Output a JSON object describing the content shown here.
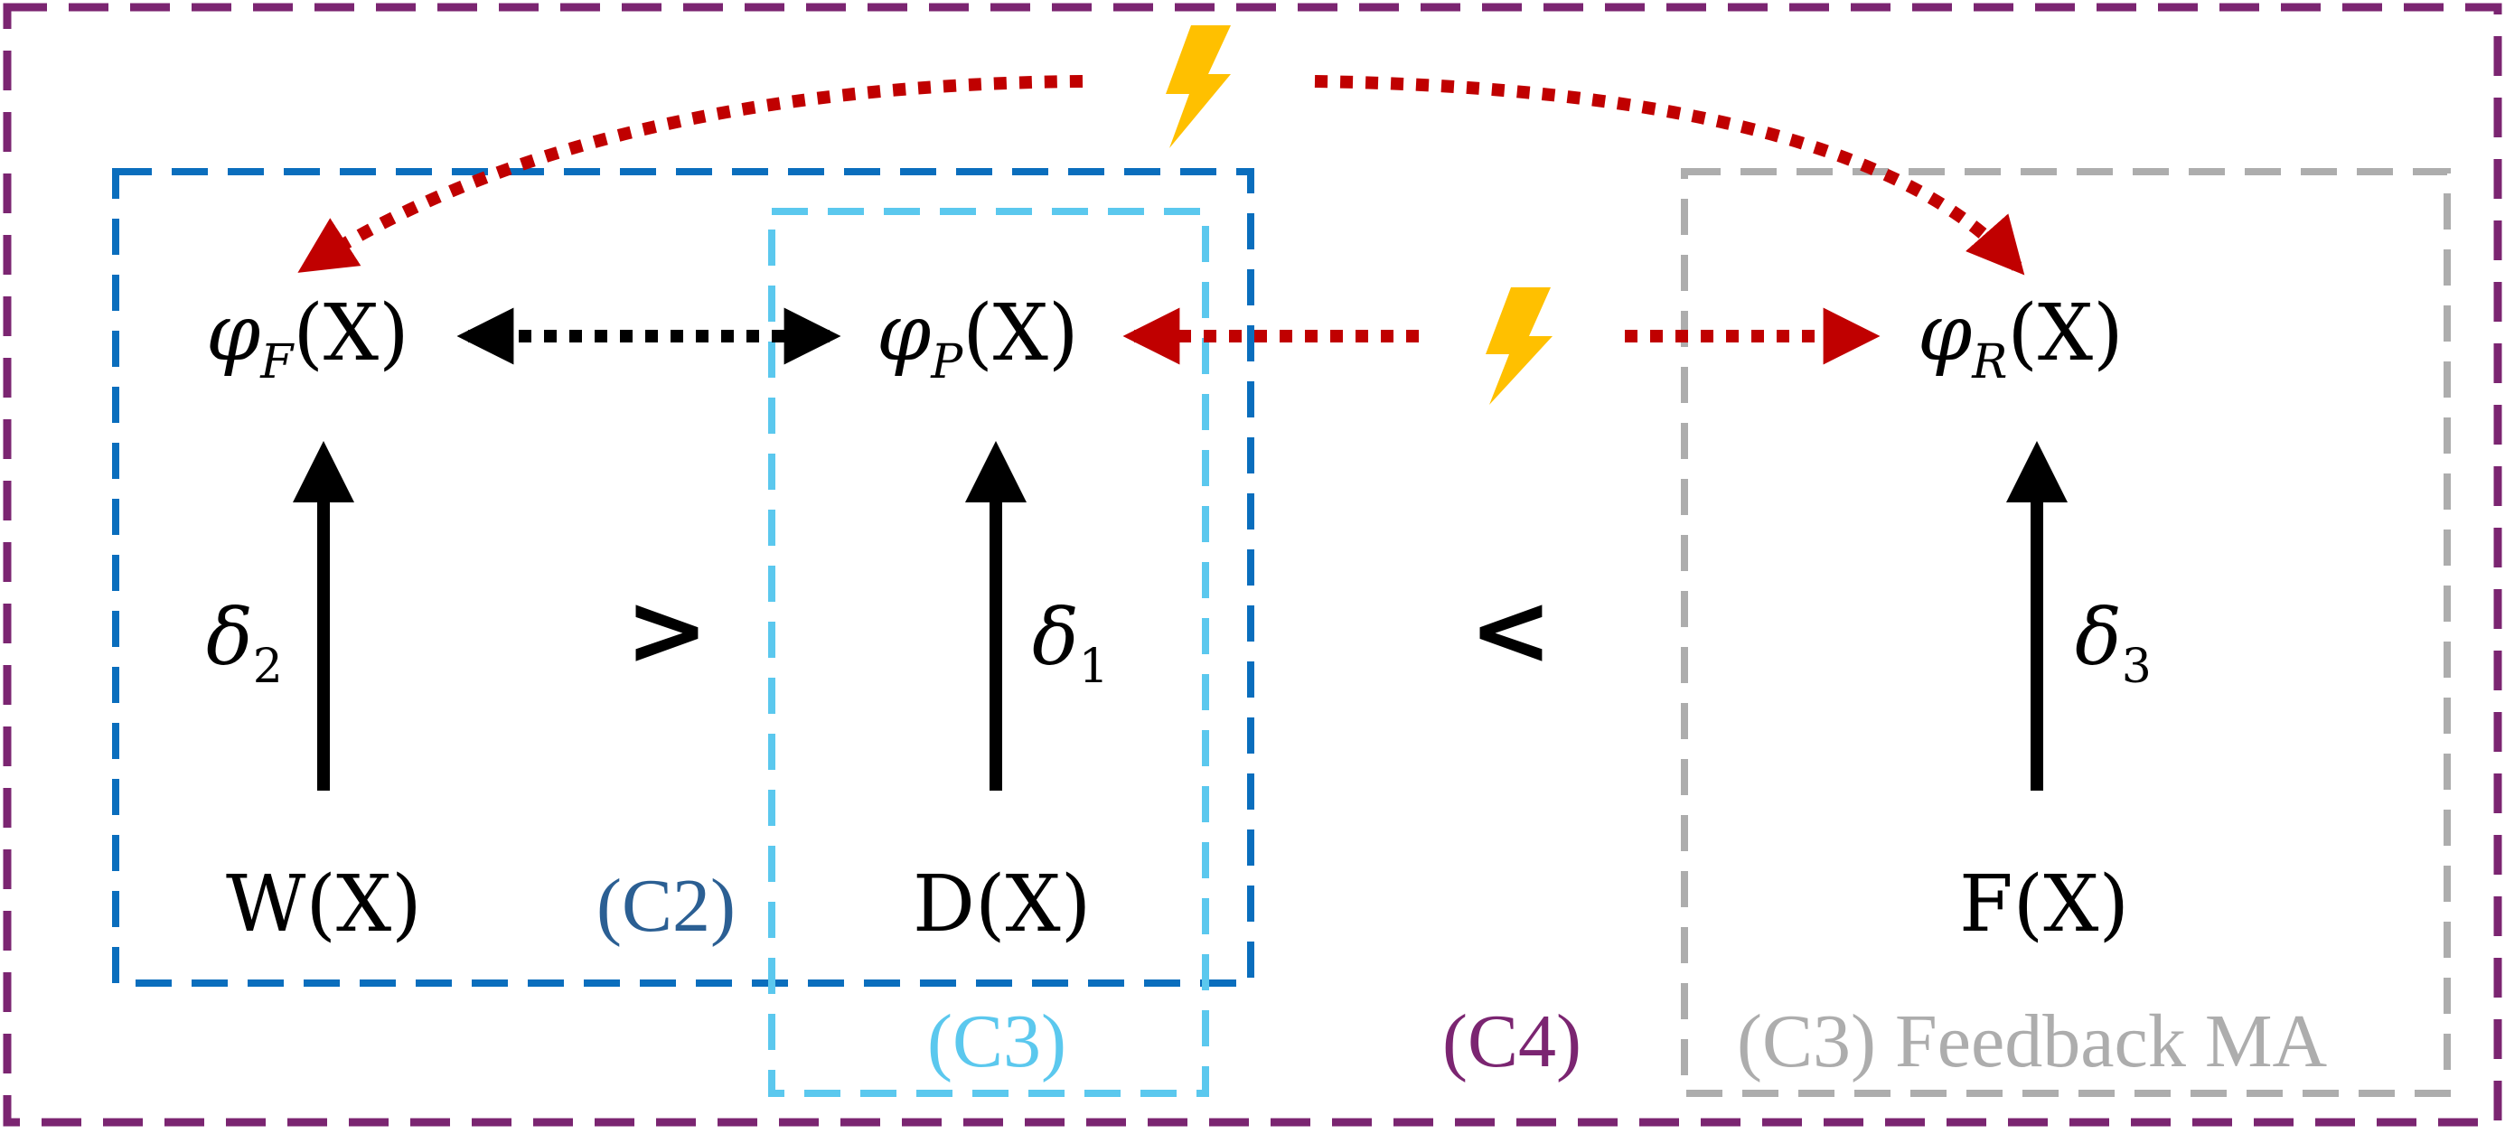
{
  "colors": {
    "outer": "#7B2571",
    "c2": "#0A6EBD",
    "c3_inner": "#5BC8EE",
    "c3_feedback": "#ADADAD",
    "red_arrow": "#C00000",
    "bolt": "#FFC000",
    "black": "#000000",
    "c2_label": "#2B5F93"
  },
  "nodes": {
    "phi_f": {
      "base": "φ",
      "sub": "F",
      "arg": "(X)"
    },
    "phi_p": {
      "base": "φ",
      "sub": "P",
      "arg": "(X)"
    },
    "phi_r": {
      "base": "φ",
      "sub": "R",
      "arg": "(X)"
    },
    "w": "W(X)",
    "d": "D(X)",
    "f": "F(X)"
  },
  "deltas": {
    "d2": {
      "base": "δ",
      "sub": "2"
    },
    "d1": {
      "base": "δ",
      "sub": "1"
    },
    "d3": {
      "base": "δ",
      "sub": "3"
    }
  },
  "comparisons": {
    "left": ">",
    "right": "<"
  },
  "labels": {
    "c2": "(C2)",
    "c3": "(C3)",
    "c4": "(C4)",
    "c3_feedback": "(C3) Feedback MA"
  },
  "icons": {
    "bolt": "lightning-bolt-icon"
  }
}
